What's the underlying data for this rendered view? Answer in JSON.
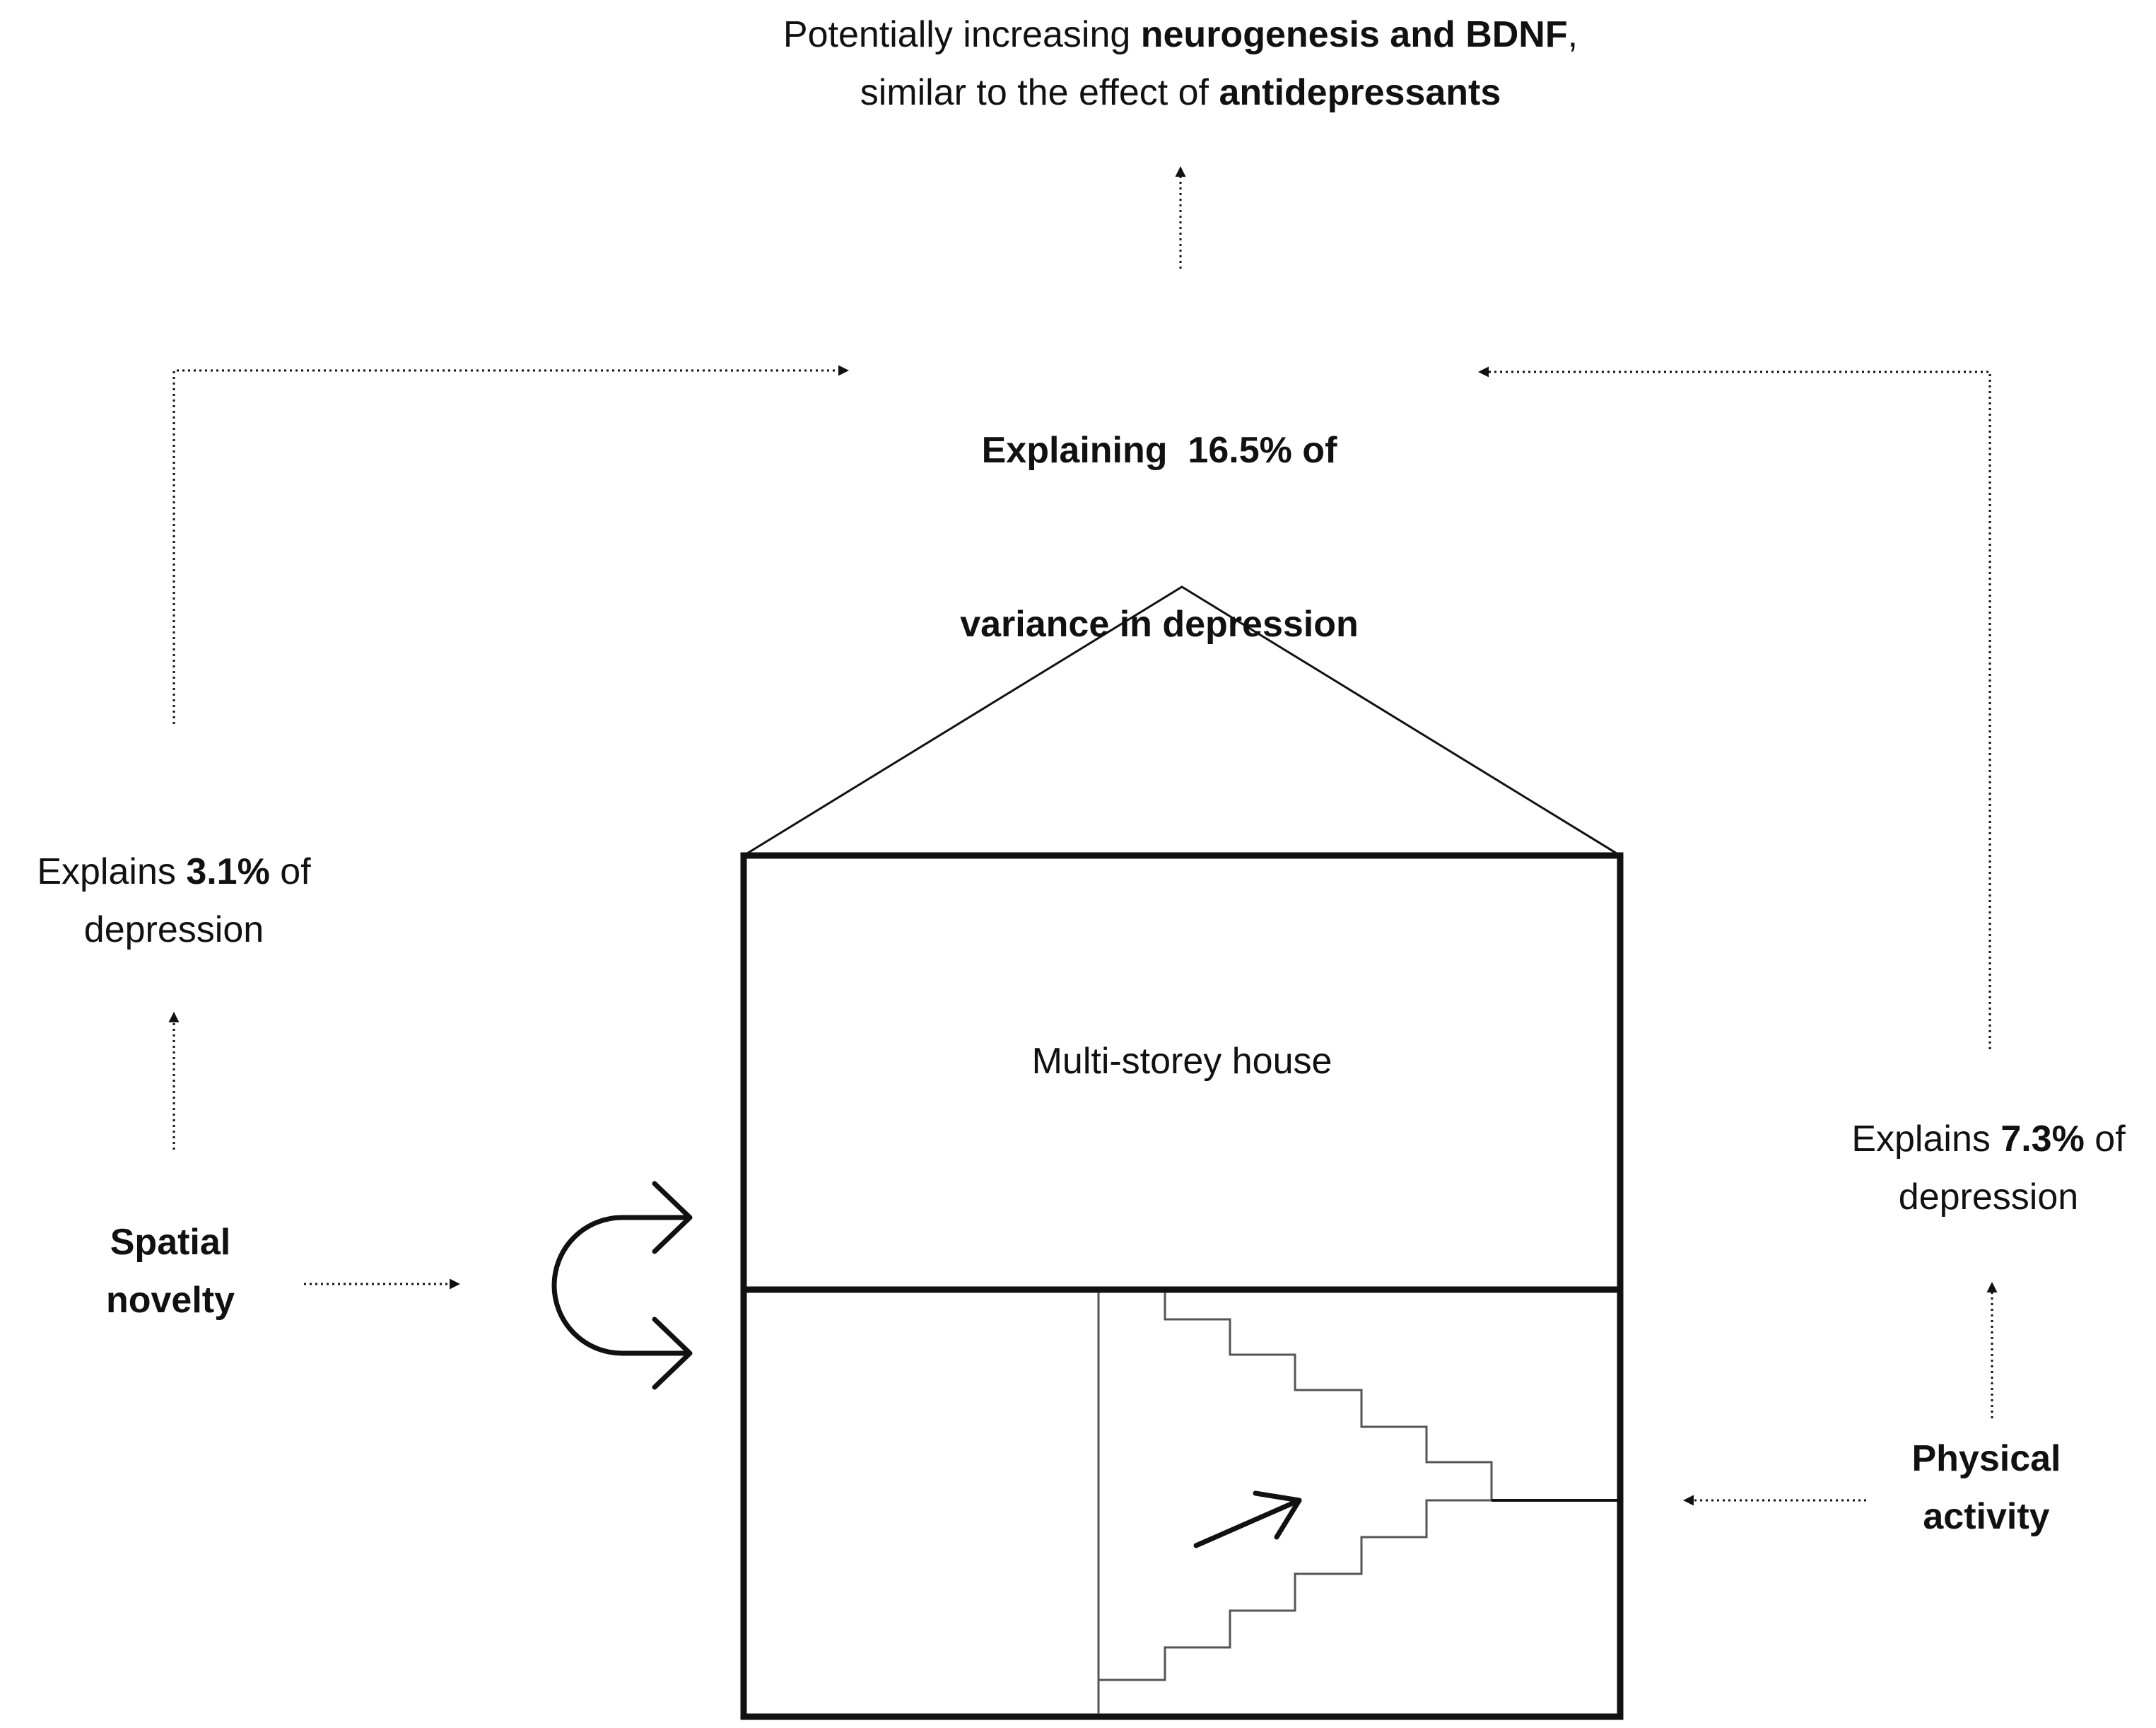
{
  "top_text": {
    "line1_pre": "Potentially increasing ",
    "line1_bold": "neurogenesis and BDNF",
    "line1_post": ",",
    "line2_pre": "similar to the effect of ",
    "line2_bold": "antidepressants"
  },
  "center_text": {
    "line1": "Explaining  16.5% of",
    "line2": "variance in depression"
  },
  "left_explains": {
    "pre": "Explains ",
    "bold": "3.1%",
    "post": " of",
    "line2": "depression"
  },
  "right_explains": {
    "pre": "Explains ",
    "bold": "7.3%",
    "post": " of",
    "line2": "depression"
  },
  "spatial_novelty": {
    "line1": "Spatial",
    "line2": "novelty"
  },
  "physical_activity": {
    "line1": "Physical",
    "line2": "activity"
  },
  "house_label": "Multi-storey house",
  "colors": {
    "line": "#111111",
    "thin_line": "#555555",
    "background": "#ffffff"
  }
}
